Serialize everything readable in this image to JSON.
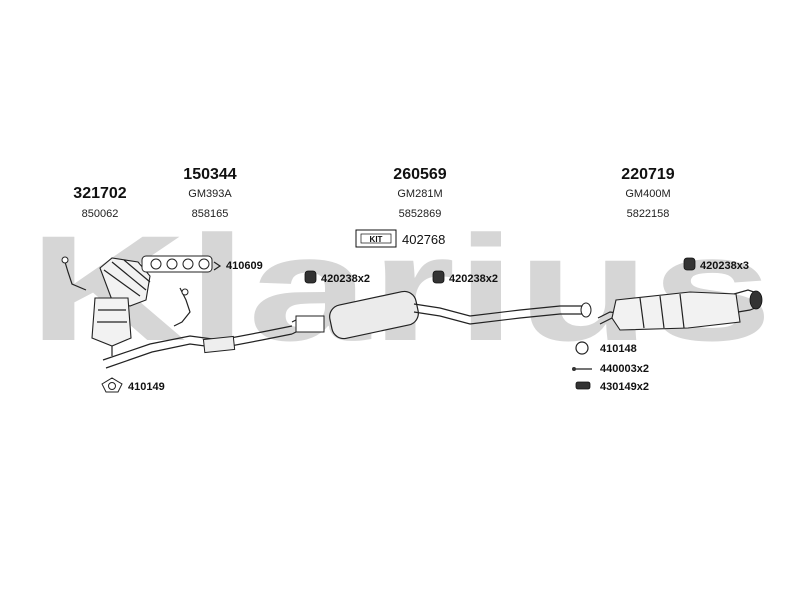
{
  "watermark": "Klarius",
  "components": [
    {
      "part": "321702",
      "oe": "850062"
    },
    {
      "part": "150344",
      "code": "GM393A",
      "oe": "858165"
    },
    {
      "part": "260569",
      "code": "GM281M",
      "oe": "5852869"
    },
    {
      "part": "220719",
      "code": "GM400M",
      "oe": "5822158"
    }
  ],
  "kit": {
    "label": "KIT",
    "number": "402768"
  },
  "refs": {
    "r410609": "410609",
    "r420238_a": "420238x2",
    "r420238_b": "420238x2",
    "r420238_c": "420238x3",
    "r410149": "410149",
    "r410148": "410148",
    "r440003": "440003x2",
    "r430149": "430149x2"
  },
  "colors": {
    "watermark": "#d6d6d6",
    "line": "#222222",
    "background": "#ffffff"
  }
}
